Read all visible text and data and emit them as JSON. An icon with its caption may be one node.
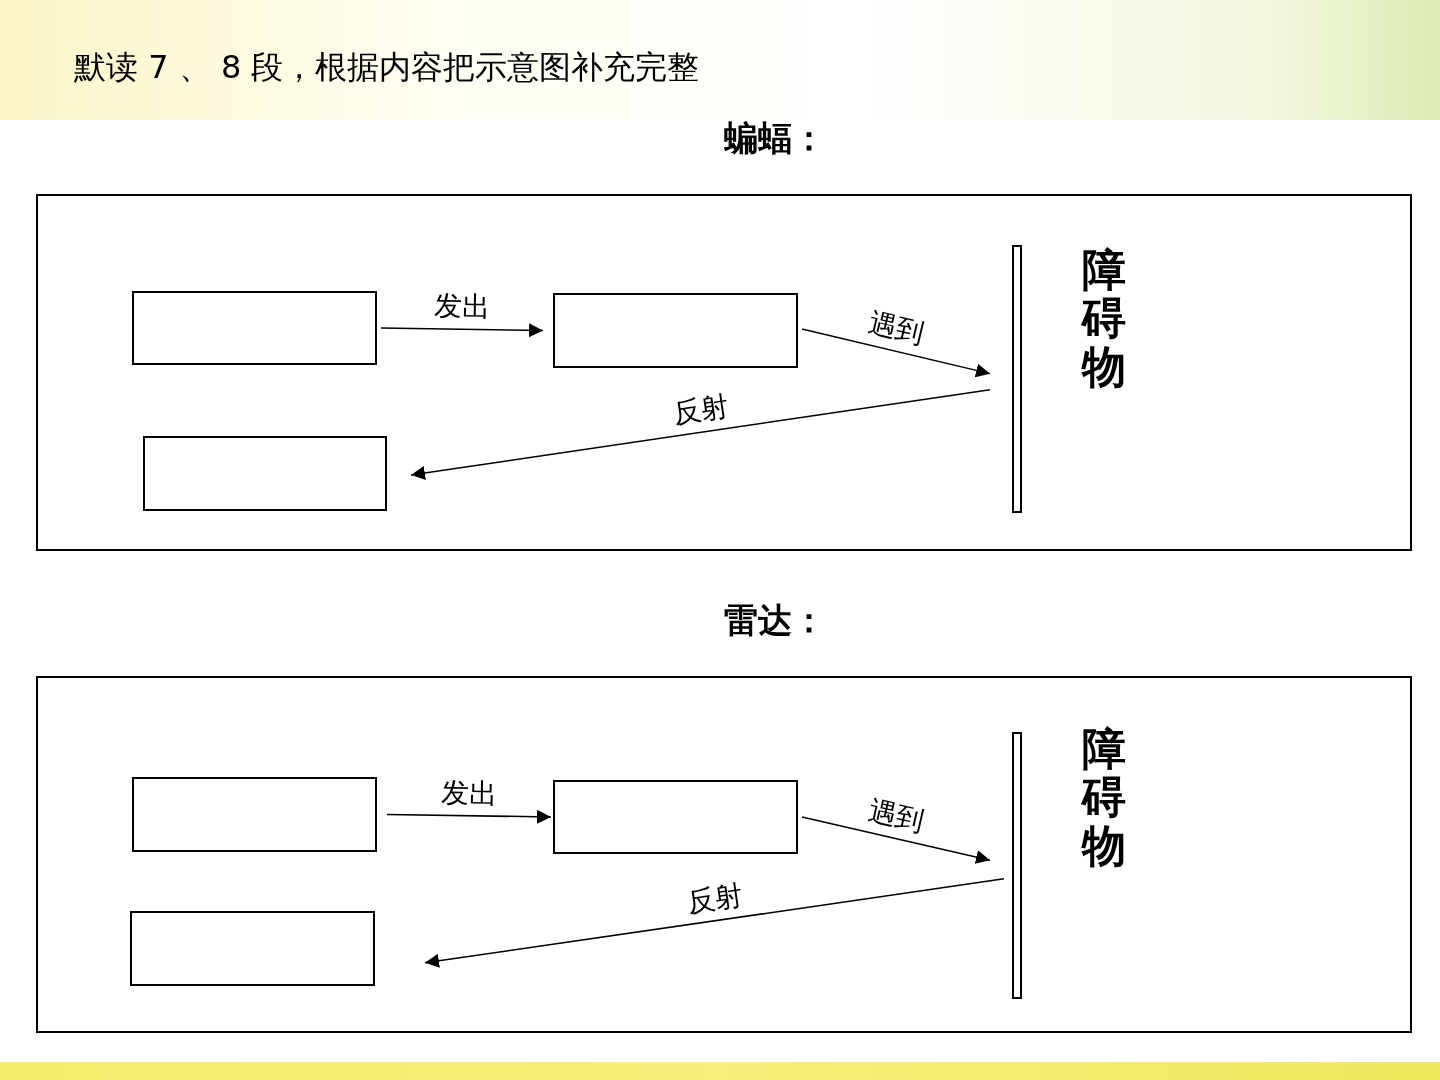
{
  "diagram": {
    "title": "默读 7 、 8 段，根据内容把示意图补充完整",
    "nodes": [
      {
        "text": [
          "蝙蝠："
        ]
      },
      {
        "text": [],
        "shape": "box",
        "in": 0
      },
      {
        "text": [],
        "shape": "box",
        "in": 0
      },
      {
        "text": [],
        "shape": "box",
        "in": 0
      },
      {
        "text": [],
        "shape": "bar",
        "in": 0,
        "beside": [
          "障碍物"
        ]
      },
      {
        "text": [
          "雷达："
        ]
      },
      {
        "text": [],
        "shape": "box",
        "in": 5
      },
      {
        "text": [],
        "shape": "box",
        "in": 5
      },
      {
        "text": [],
        "shape": "box",
        "in": 5
      },
      {
        "text": [],
        "shape": "bar",
        "in": 5,
        "beside": [
          "障碍物"
        ]
      }
    ],
    "edges": [
      {
        "from": 1,
        "to": 2,
        "arrow": "to",
        "label": "发出"
      },
      {
        "from": 2,
        "to": 4,
        "arrow": "to",
        "label": "遇到"
      },
      {
        "from": 4,
        "to": 3,
        "arrow": "to",
        "label": "反射"
      },
      {
        "from": 6,
        "to": 7,
        "arrow": "to",
        "label": "发出"
      },
      {
        "from": 7,
        "to": 9,
        "arrow": "to",
        "label": "遇到"
      },
      {
        "from": 9,
        "to": 8,
        "arrow": "to",
        "label": "反射"
      }
    ]
  }
}
